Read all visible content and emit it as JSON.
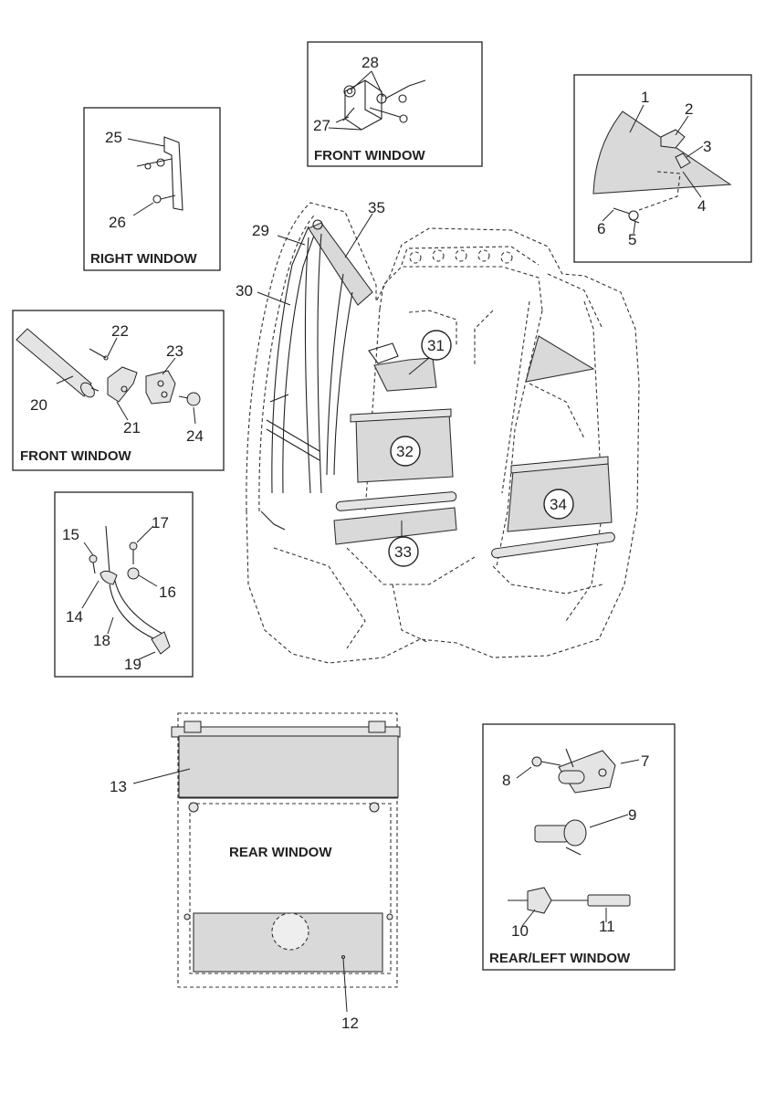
{
  "captions": {
    "front_window_top": "FRONT WINDOW",
    "right_window": "RIGHT WINDOW",
    "front_window_left": "FRONT WINDOW",
    "rear_window": "REAR WINDOW",
    "rear_left_window": "REAR/LEFT WINDOW"
  },
  "callouts": {
    "n1": "1",
    "n2": "2",
    "n3": "3",
    "n4": "4",
    "n5": "5",
    "n6": "6",
    "n7": "7",
    "n8": "8",
    "n9": "9",
    "n10": "10",
    "n11": "11",
    "n12": "12",
    "n13": "13",
    "n14": "14",
    "n15": "15",
    "n16": "16",
    "n17": "17",
    "n18": "18",
    "n19": "19",
    "n20": "20",
    "n21": "21",
    "n22": "22",
    "n23": "23",
    "n24": "24",
    "n25": "25",
    "n26": "26",
    "n27": "27",
    "n28": "28",
    "n29": "29",
    "n30": "30",
    "n31": "31",
    "n32": "32",
    "n33": "33",
    "n34": "34",
    "n35": "35"
  }
}
